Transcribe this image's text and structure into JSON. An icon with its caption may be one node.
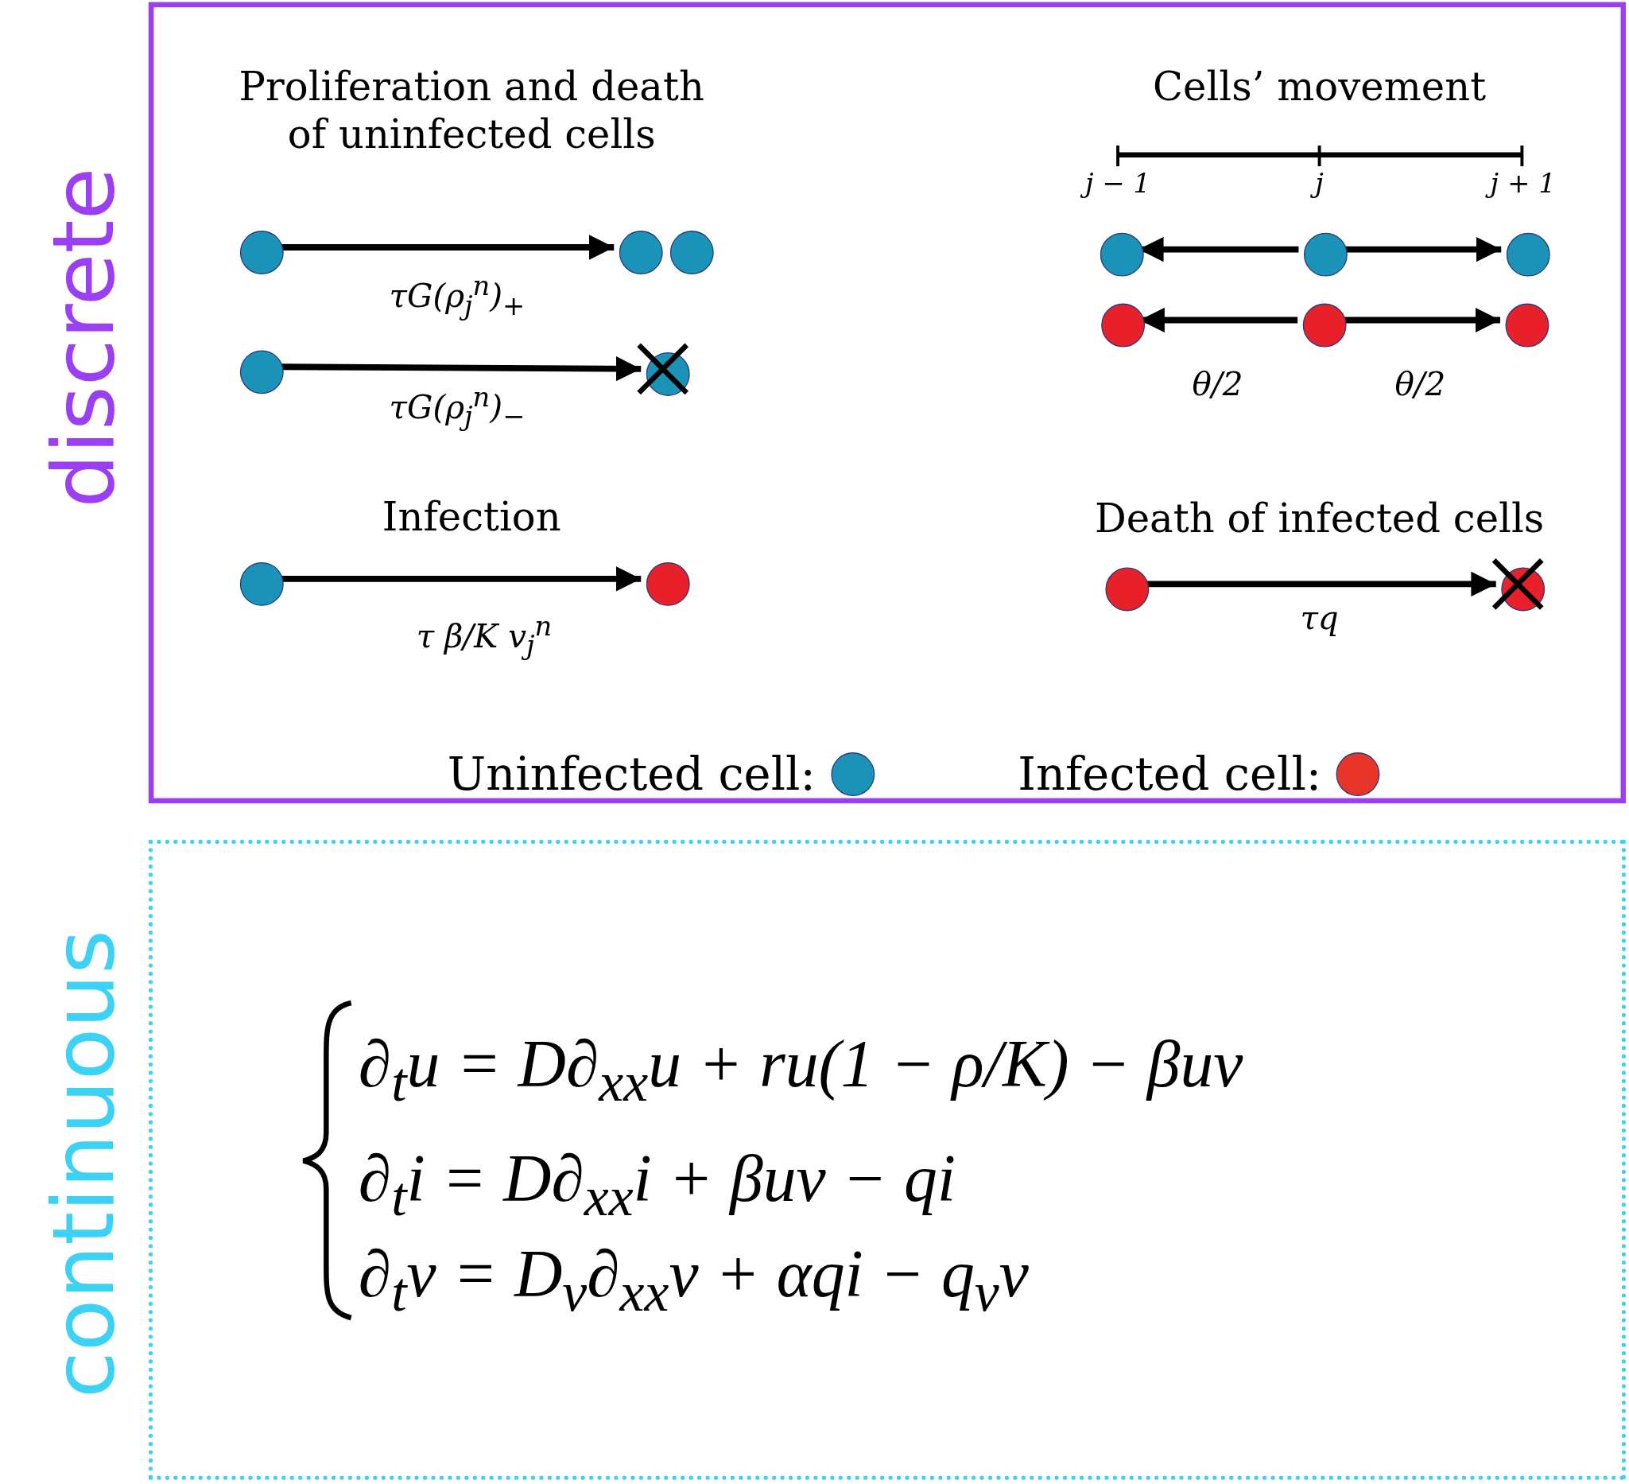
{
  "diagram": {
    "nodes": [
      {
        "text": [
          "discrete"
        ]
      },
      {
        "text": [],
        "shape": "circle",
        "in": 0
      },
      {
        "text": [],
        "shape": "circle",
        "in": 0
      },
      {
        "text": [],
        "shape": "circle",
        "in": 0
      },
      {
        "text": [],
        "shape": "circle",
        "in": 0
      },
      {
        "text": [],
        "shape": "circle",
        "in": 0
      },
      {
        "text": [],
        "shape": "circle",
        "in": 0
      },
      {
        "text": [],
        "shape": "circle",
        "in": 0
      },
      {
        "text": [],
        "shape": "circle",
        "in": 0
      },
      {
        "text": [],
        "shape": "circle",
        "in": 0
      },
      {
        "text": [],
        "shape": "circle",
        "in": 0
      },
      {
        "text": [],
        "shape": "circle",
        "in": 0
      },
      {
        "text": [],
        "shape": "circle",
        "in": 0
      },
      {
        "text": [],
        "shape": "circle",
        "in": 0
      },
      {
        "text": [],
        "shape": "circle",
        "in": 0
      },
      {
        "text": [],
        "shape": "circle",
        "in": 0
      },
      {
        "text": [
          "continuous"
        ]
      }
    ],
    "edges": [
      {
        "from": 1,
        "to": 2,
        "arrow": "to",
        "label": "τG(ρ$_{j}$$^{n}$)$_{+}$"
      },
      {
        "from": 4,
        "to": 5,
        "arrow": "to",
        "label": "τG(ρ$_{j}$$^{n}$)$_{−}$"
      },
      {
        "from": 6,
        "to": 7,
        "arrow": "to",
        "label": "τ β/K v$_{j}$$^{n}$"
      },
      {
        "from": 9,
        "to": 8,
        "arrow": "to"
      },
      {
        "from": 9,
        "to": 10,
        "arrow": "to"
      },
      {
        "from": 12,
        "to": 11,
        "arrow": "to",
        "label": "θ/2"
      },
      {
        "from": 12,
        "to": 13,
        "arrow": "to",
        "label": "θ/2"
      },
      {
        "from": 14,
        "to": 15,
        "arrow": "to",
        "label": "τq"
      }
    ],
    "labels": [
      "Proliferation and death of uninfected cells",
      "Cells’ movement",
      "j − 1",
      "j",
      "j + 1",
      "Infection",
      "Death of infected cells",
      "∂$_{t}$u = D∂$_{xx}$u + ru(1 − ρ/K) − βuv",
      "∂$_{t}$i = D∂$_{xx}$i + βuv − qi",
      "∂$_{t}$v = D$_{v}$∂$_{xx}$v + αqi − q$_{v}$v"
    ],
    "legend": [
      {
        "text": "Uninfected cell:",
        "color": "#1b93b8"
      },
      {
        "text": "Infected cell:",
        "color": "#e8352a"
      }
    ]
  }
}
